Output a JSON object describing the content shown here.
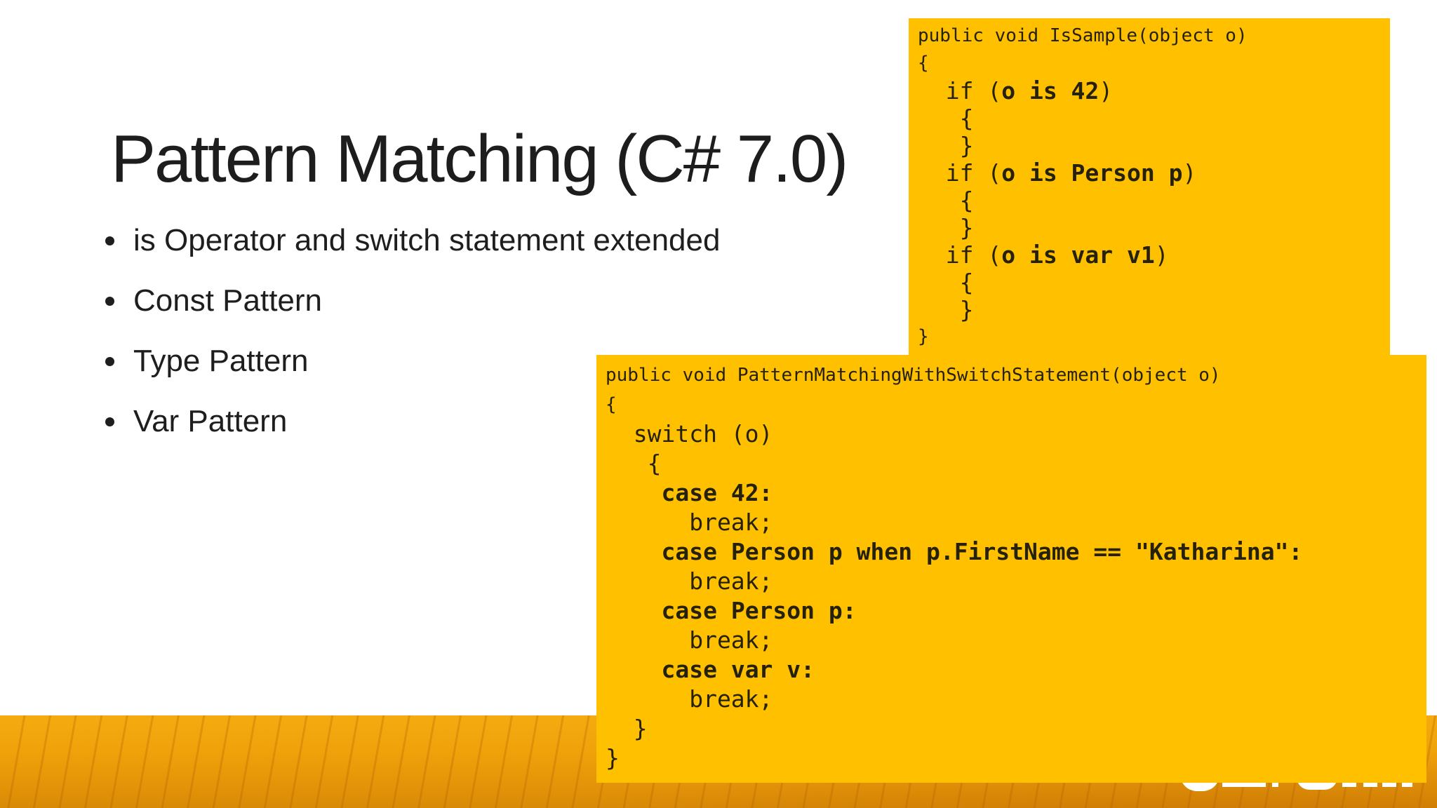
{
  "slide": {
    "title": "Pattern Matching (C# 7.0)",
    "bullets": [
      "is Operator and switch statement extended",
      "Const Pattern",
      "Type Pattern",
      "Var Pattern"
    ]
  },
  "code_boxes": [
    {
      "name": "is-operator-sample",
      "lines": [
        {
          "size": "sm",
          "seg": [
            {
              "t": "public void IsSample(object o)"
            }
          ]
        },
        {
          "size": "sm",
          "seg": [
            {
              "t": "{"
            }
          ]
        },
        {
          "size": "lg",
          "seg": [
            {
              "t": "  if ("
            },
            {
              "t": "o is 42",
              "b": true
            },
            {
              "t": ")"
            }
          ]
        },
        {
          "size": "lg",
          "seg": [
            {
              "t": "   {"
            }
          ]
        },
        {
          "size": "lg",
          "seg": [
            {
              "t": "   }"
            }
          ]
        },
        {
          "size": "lg",
          "seg": [
            {
              "t": "  if ("
            },
            {
              "t": "o is Person p",
              "b": true
            },
            {
              "t": ")"
            }
          ]
        },
        {
          "size": "lg",
          "seg": [
            {
              "t": "   {"
            }
          ]
        },
        {
          "size": "lg",
          "seg": [
            {
              "t": "   }"
            }
          ]
        },
        {
          "size": "lg",
          "seg": [
            {
              "t": "  if ("
            },
            {
              "t": "o is var v1",
              "b": true
            },
            {
              "t": ")"
            }
          ]
        },
        {
          "size": "lg",
          "seg": [
            {
              "t": "   {"
            }
          ]
        },
        {
          "size": "lg",
          "seg": [
            {
              "t": "   }"
            }
          ]
        },
        {
          "size": "sm",
          "seg": [
            {
              "t": "}"
            }
          ]
        }
      ]
    },
    {
      "name": "switch-statement-sample",
      "lines": [
        {
          "size": "sm",
          "seg": [
            {
              "t": "public void PatternMatchingWithSwitchStatement(object o)"
            }
          ]
        },
        {
          "size": "sm",
          "seg": [
            {
              "t": "{"
            }
          ]
        },
        {
          "size": "lg",
          "seg": [
            {
              "t": "  switch (o)"
            }
          ]
        },
        {
          "size": "lg",
          "seg": [
            {
              "t": "   {"
            }
          ]
        },
        {
          "size": "lg",
          "seg": [
            {
              "t": "    "
            },
            {
              "t": "case 42:",
              "b": true
            }
          ]
        },
        {
          "size": "lg",
          "seg": [
            {
              "t": "      break;"
            }
          ]
        },
        {
          "size": "lg",
          "seg": [
            {
              "t": "    "
            },
            {
              "t": "case Person p when p.FirstName == \"Katharina\":",
              "b": true
            }
          ]
        },
        {
          "size": "lg",
          "seg": [
            {
              "t": "      break;"
            }
          ]
        },
        {
          "size": "lg",
          "seg": [
            {
              "t": "    "
            },
            {
              "t": "case Person p:",
              "b": true
            }
          ]
        },
        {
          "size": "lg",
          "seg": [
            {
              "t": "      break;"
            }
          ]
        },
        {
          "size": "lg",
          "seg": [
            {
              "t": "    "
            },
            {
              "t": "case var v:",
              "b": true
            }
          ]
        },
        {
          "size": "lg",
          "seg": [
            {
              "t": "      break;"
            }
          ]
        },
        {
          "size": "lg",
          "seg": [
            {
              "t": "  }"
            }
          ]
        },
        {
          "size": "lg",
          "seg": [
            {
              "t": "}"
            }
          ]
        }
      ]
    }
  ],
  "colors": {
    "code_box_bg": "#FFC000",
    "footer_orange": "#EFA10A",
    "footer_orange_dark": "#D98A06",
    "body_text": "#1E1E1E",
    "code_text": "#26210A",
    "logo_white": "#FFFFFF"
  }
}
